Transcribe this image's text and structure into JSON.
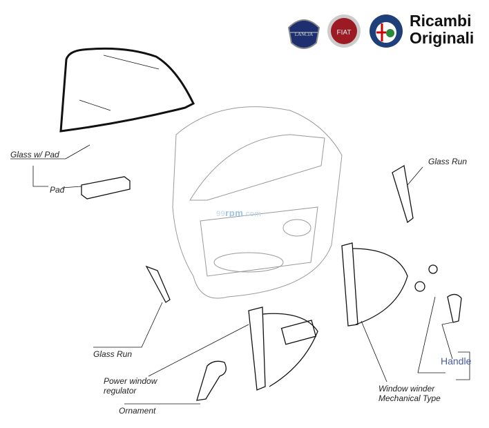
{
  "header": {
    "logos": [
      "LANCIA",
      "FIAT",
      "ALFA ROMEO"
    ],
    "brand_line1": "Ricambi",
    "brand_line2": "Originali"
  },
  "watermark": {
    "prefix": "99",
    "main": "rpm",
    "suffix": ".com"
  },
  "labels": {
    "glass_w_pad": "Glass w/ Pad",
    "pad": "Pad",
    "glass_run_right": "Glass Run",
    "glass_run_left": "Glass Run",
    "power_window_line1": "Power window",
    "power_window_line2": "regulator",
    "ornament": "Ornament",
    "window_winder_line1": "Window winder",
    "window_winder_line2": "Mechanical Type",
    "handle": "Handle"
  },
  "colors": {
    "lancia": "#1d2f6e",
    "fiat": "#9b1a24",
    "alfa": "#1e3f7a",
    "handle_text": "#4a5aa8"
  }
}
